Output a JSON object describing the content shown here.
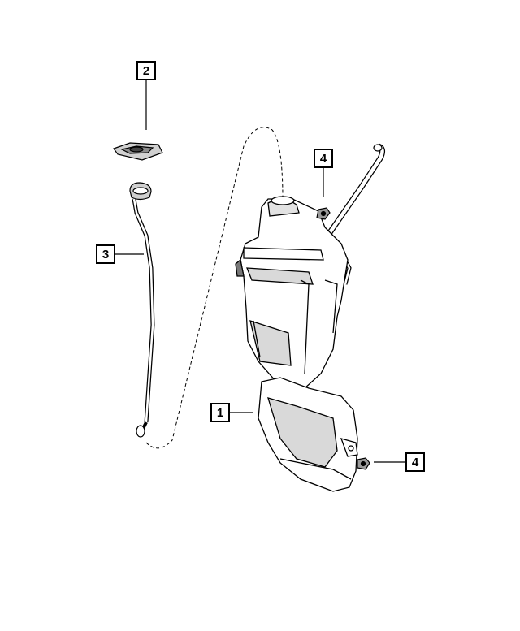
{
  "diagram": {
    "callouts": [
      {
        "id": "callout-2-cap",
        "label": "2"
      },
      {
        "id": "callout-3-dipstick",
        "label": "3"
      },
      {
        "id": "callout-4-top-nut",
        "label": "4"
      },
      {
        "id": "callout-1-reservoir",
        "label": "1"
      },
      {
        "id": "callout-4-bottom-nut",
        "label": "4"
      }
    ],
    "colors": {
      "line": "#000000",
      "fill": "#ffffff",
      "shade": "#d9d9d9",
      "dark_shade": "#9a9a9a"
    }
  }
}
